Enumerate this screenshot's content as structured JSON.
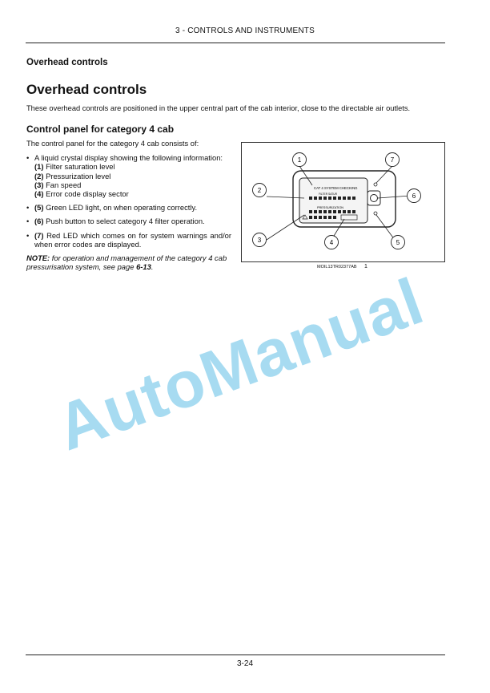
{
  "header": {
    "title": "3 - CONTROLS AND INSTRUMENTS"
  },
  "section_label": "Overhead controls",
  "main_title": "Overhead controls",
  "intro": "These overhead controls are positioned in the upper central part of the cab interior, close to the directable air outlets.",
  "subhead": "Control panel for category 4 cab",
  "panel_intro": "The control panel for the category 4 cab consists of:",
  "bullets": {
    "lcd": "A liquid crystal display showing the following information:",
    "lcd_items": [
      {
        "num": "(1)",
        "text": "Filter saturation level"
      },
      {
        "num": "(2)",
        "text": "Pressurization level"
      },
      {
        "num": "(3)",
        "text": "Fan speed"
      },
      {
        "num": "(4)",
        "text": "Error code display sector"
      }
    ],
    "green_led": {
      "num": "(5)",
      "text": "Green LED light, on when operating correctly."
    },
    "push_button": {
      "num": "(6)",
      "text": "Push button to select category 4 filter operation."
    },
    "red_led": {
      "num": "(7)",
      "text": "Red LED which comes on for system warnings and/or when error codes are displayed."
    }
  },
  "note": {
    "label": "NOTE:",
    "text": "for operation and management of the category 4 cab pressurisation system, see page",
    "page_ref": "6-13",
    "end": "."
  },
  "figure": {
    "callouts": [
      "1",
      "2",
      "3",
      "4",
      "5",
      "6",
      "7"
    ],
    "lcd_line1": "CAT 4 SYSTEM CHECKING",
    "lcd_line2": "FILTER  SATUR",
    "lcd_line3": "PRESSURIZATION",
    "caption": "MOIL13TR02377AB",
    "number": "1"
  },
  "watermark": "AutoManual",
  "page_number": "3-24"
}
